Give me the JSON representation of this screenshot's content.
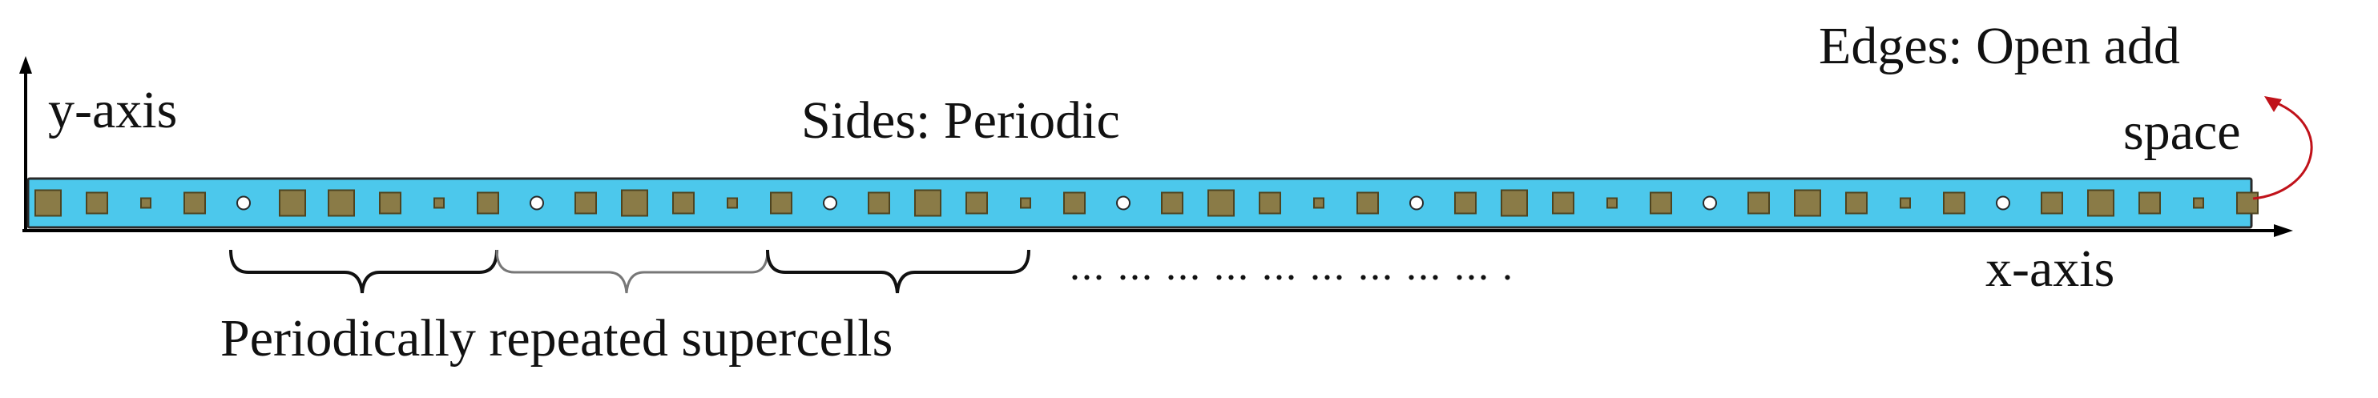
{
  "labels": {
    "y_axis": "y-axis",
    "x_axis": "x-axis",
    "sides": "Sides: Periodic",
    "edges_line1": "Edges: Open add",
    "edges_line2": "space",
    "caption": "Periodically repeated supercells",
    "continuation": "... ... ... ... ... ... ... ... ... ."
  },
  "pattern": [
    "big",
    "mid",
    "small",
    "mid",
    "hole",
    "big",
    "big",
    "mid",
    "small",
    "mid",
    "hole",
    "mid",
    "big",
    "mid",
    "small",
    "mid",
    "hole",
    "mid",
    "big",
    "mid",
    "small",
    "mid",
    "hole",
    "mid",
    "big",
    "mid",
    "small",
    "mid",
    "hole",
    "mid",
    "big",
    "mid",
    "small",
    "mid",
    "hole",
    "mid",
    "big",
    "mid",
    "small",
    "mid",
    "hole",
    "mid",
    "big",
    "mid",
    "small",
    "mid"
  ],
  "colors": {
    "strip_fill": "#4cc8ec",
    "strip_border": "#2a2a2a",
    "square_fill": "#8a7b47",
    "square_border": "#4e4420",
    "hole_fill": "#ffffff",
    "axis": "#000000",
    "arrow": "#c0121a",
    "brace_dark": "#111111",
    "brace_light": "#777777"
  },
  "icons": [
    "y-axis-arrow-icon",
    "x-axis-arrow-icon",
    "curved-red-arrow-icon",
    "curly-brace-icon"
  ]
}
